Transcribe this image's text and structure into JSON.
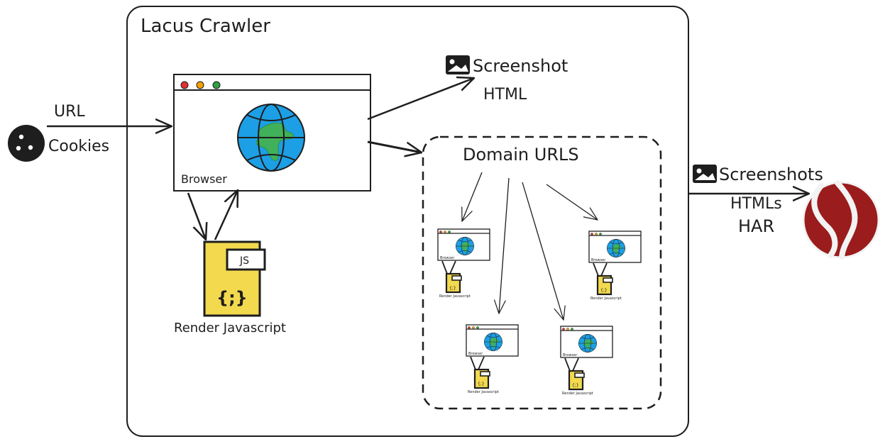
{
  "diagram": {
    "title": "Lacus Crawler",
    "inputs": {
      "url_label": "URL",
      "cookies_label": "Cookies"
    },
    "browser": {
      "label": "Browser",
      "dot_colors": [
        "#e03131",
        "#f59f00",
        "#2f9e44"
      ],
      "globe_colors": {
        "water": "#1c9fe5",
        "land": "#40b15a"
      }
    },
    "render_js": {
      "badge": "JS",
      "symbol": "{;}",
      "label": "Render Javascript",
      "fill": "#f2d94e"
    },
    "outputs": {
      "screenshot_label": "Screenshot",
      "html_label": "HTML"
    },
    "domain_urls": {
      "label": "Domain URLS",
      "mini_browser_label": "Browser",
      "mini_render_label": "Render Javascript",
      "mini_count": 4
    },
    "final_outputs": {
      "screenshots_label": "Screenshots",
      "htmls_label": "HTMLs",
      "har_label": "HAR"
    },
    "logo": {
      "name": "lookyloo-logo",
      "color": "#9b1c1c"
    }
  }
}
